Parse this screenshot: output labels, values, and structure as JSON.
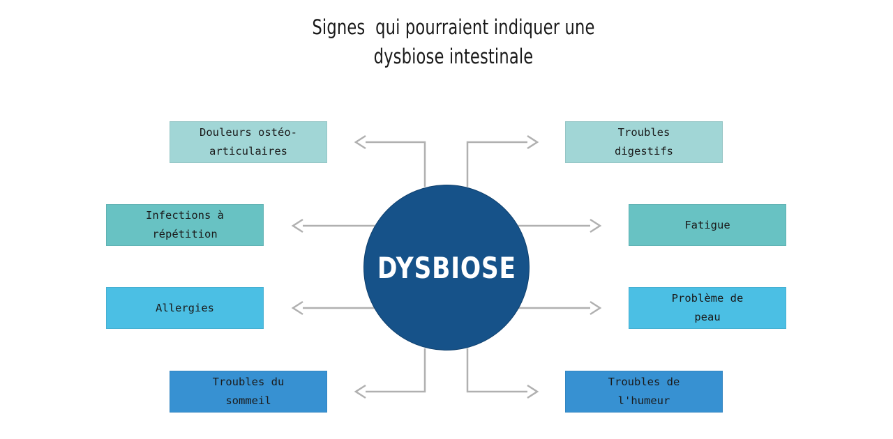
{
  "title": {
    "line1": "Signes  qui pourraient indiquer une",
    "line2": "dysbiose intestinale"
  },
  "center": {
    "label": "DYSBIOSE",
    "color": "#165289"
  },
  "colors": {
    "light_teal": "#a1d6d6",
    "teal": "#68c2c3",
    "sky_blue": "#4bbfe4",
    "blue": "#3791d2",
    "connector": "#b0b0b0"
  },
  "nodes": {
    "douleurs": {
      "line1": "Douleurs ostéo-",
      "line2": "articulaires"
    },
    "infections": {
      "line1": "Infections à",
      "line2": "répétition"
    },
    "allergies": {
      "line1": "Allergies"
    },
    "sommeil": {
      "line1": "Troubles du",
      "line2": "sommeil"
    },
    "digestifs": {
      "line1": "Troubles",
      "line2": "digestifs"
    },
    "fatigue": {
      "line1": "Fatigue"
    },
    "peau": {
      "line1": "Problème de",
      "line2": "peau"
    },
    "humeur": {
      "line1": "Troubles de",
      "line2": "l'humeur"
    }
  }
}
